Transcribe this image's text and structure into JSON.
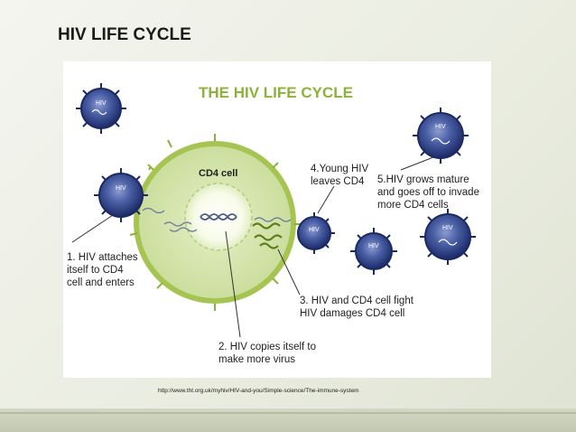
{
  "slide": {
    "title": "HIV LIFE CYCLE",
    "source_url": "http://www.tht.org.uk/myhiv/HIV-and-you/Simple-science/The-immune-system"
  },
  "diagram": {
    "title": "THE HIV LIFE CYCLE",
    "cell_label": "CD4 cell",
    "virus_label": "HIV",
    "steps": [
      {
        "lines": [
          "1. HIV attaches",
          "itself to CD4",
          "cell and enters"
        ]
      },
      {
        "lines": [
          "2. HIV copies itself to",
          "make more virus"
        ]
      },
      {
        "lines": [
          "3. HIV and CD4 cell fight",
          "HIV damages CD4 cell"
        ]
      },
      {
        "lines": [
          "4.Young HIV",
          "leaves CD4"
        ]
      },
      {
        "lines": [
          "5.HIV grows mature",
          "and goes off to invade",
          "more CD4 cells"
        ]
      }
    ]
  },
  "colors": {
    "title_green": "#8cb23a",
    "cell_fill": "#cfe0a4",
    "cell_border": "#a6c452",
    "virus_dark": "#1b2a66",
    "virus_mid": "#4a5fa5",
    "dna": "#4a5a8a",
    "rna_green": "#5e7d1c"
  }
}
